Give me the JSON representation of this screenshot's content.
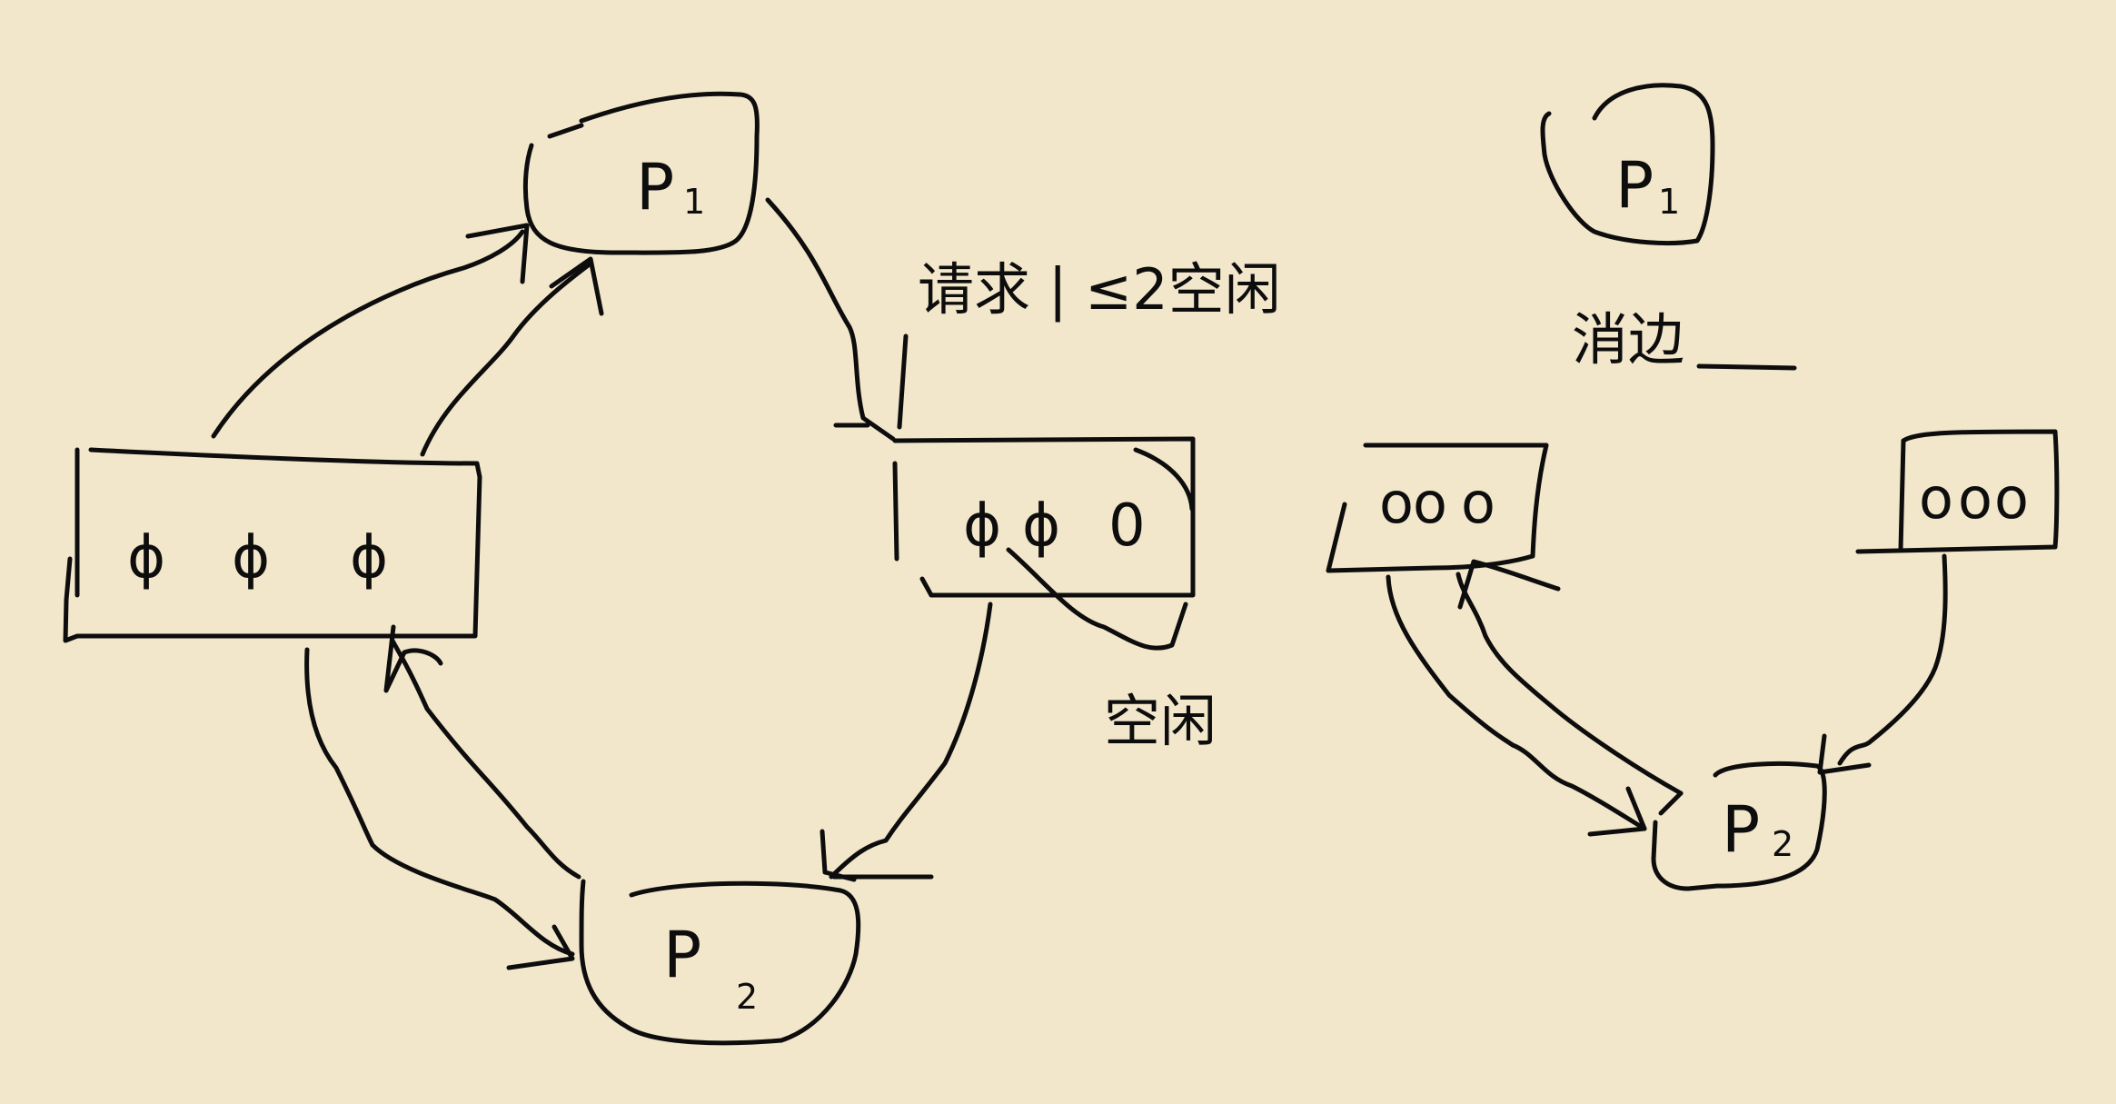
{
  "left_graph": {
    "process_p1": {
      "name": "P",
      "subscript": "1"
    },
    "process_p2": {
      "name": "P",
      "subscript": "2"
    },
    "resource_r1": {
      "instances": [
        "ϕ",
        "ϕ",
        "ϕ"
      ]
    },
    "resource_r2": {
      "instances": [
        "ϕ",
        "ϕ",
        "0"
      ]
    },
    "request_note": "请求 | ≤2空闲",
    "free_note": "空闲"
  },
  "right_graph": {
    "process_p1": {
      "name": "P",
      "subscript": "1",
      "note": "消边"
    },
    "process_p2": {
      "name": "P",
      "subscript": "2"
    },
    "resource_left": {
      "instances": [
        "o",
        "o",
        "o"
      ]
    },
    "resource_right": {
      "instances": [
        "o",
        "o",
        "o"
      ]
    }
  }
}
